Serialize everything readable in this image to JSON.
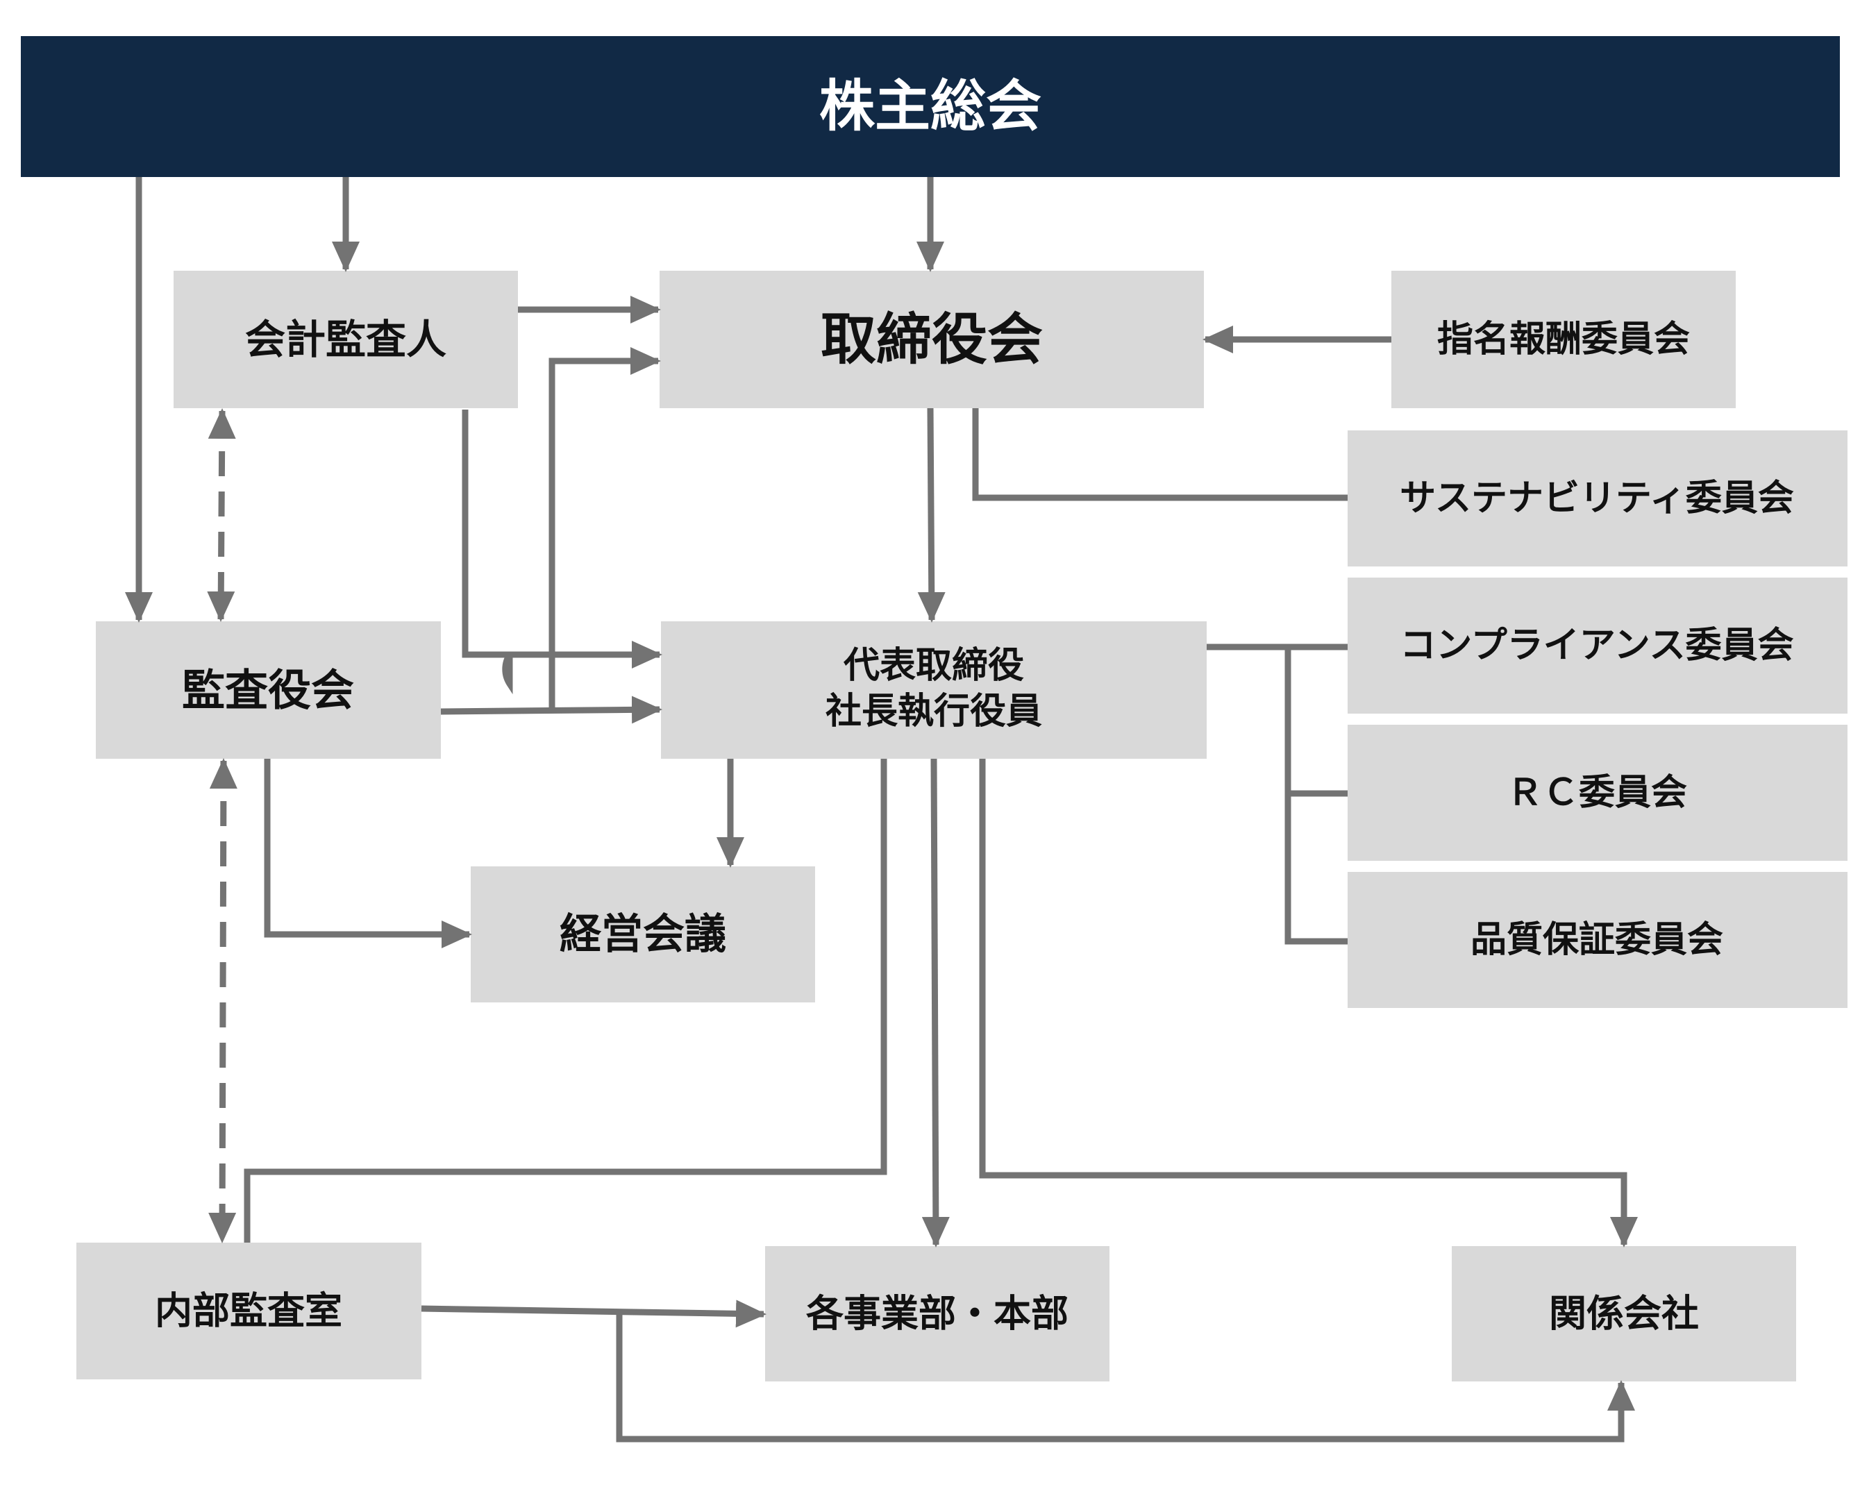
{
  "nodes": {
    "shareholders": "株主総会",
    "accounting_auditor": "会計監査人",
    "board": "取締役会",
    "nomination_committee": "指名報酬委員会",
    "sustainability_committee": "サステナビリティ委員会",
    "audit_board": "監査役会",
    "president_line1": "代表取締役",
    "president_line2": "社長執行役員",
    "compliance_committee": "コンプライアンス委員会",
    "rc_committee": "ＲＣ委員会",
    "quality_committee": "品質保証委員会",
    "management_meeting": "経営会議",
    "internal_audit": "内部監査室",
    "divisions": "各事業部・本部",
    "affiliates": "関係会社"
  },
  "colors": {
    "header_fill": "#112945",
    "header_text": "#ffffff",
    "box_fill": "#d9d9d9",
    "box_text": "#111111",
    "connector": "#737373"
  }
}
